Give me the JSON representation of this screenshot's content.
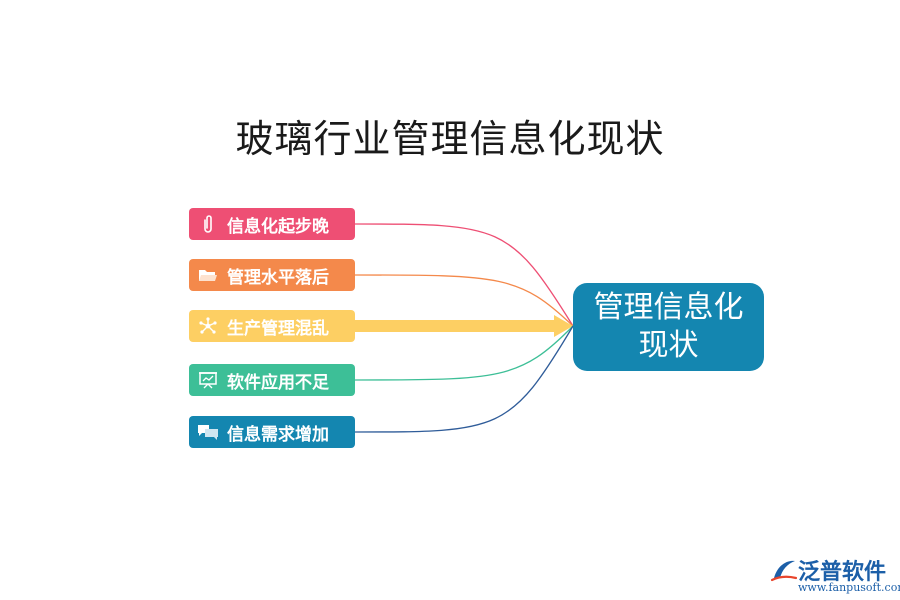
{
  "title": "玻璃行业管理信息化现状",
  "center": {
    "label": "管理信息化现状",
    "color": "#1486b0"
  },
  "branches": [
    {
      "label": "信息化起步晚",
      "color": "#ee4f74",
      "icon": "paperclip-icon"
    },
    {
      "label": "管理水平落后",
      "color": "#f4894b",
      "icon": "folder-icon"
    },
    {
      "label": "生产管理混乱",
      "color": "#fdcf63",
      "icon": "network-icon"
    },
    {
      "label": "软件应用不足",
      "color": "#3dbf97",
      "icon": "presentation-icon"
    },
    {
      "label": "信息需求增加",
      "color": "#1486b0",
      "icon": "chat-icon"
    }
  ],
  "logo": {
    "brand": "泛普软件",
    "url": "www.fanpusoft.com"
  }
}
